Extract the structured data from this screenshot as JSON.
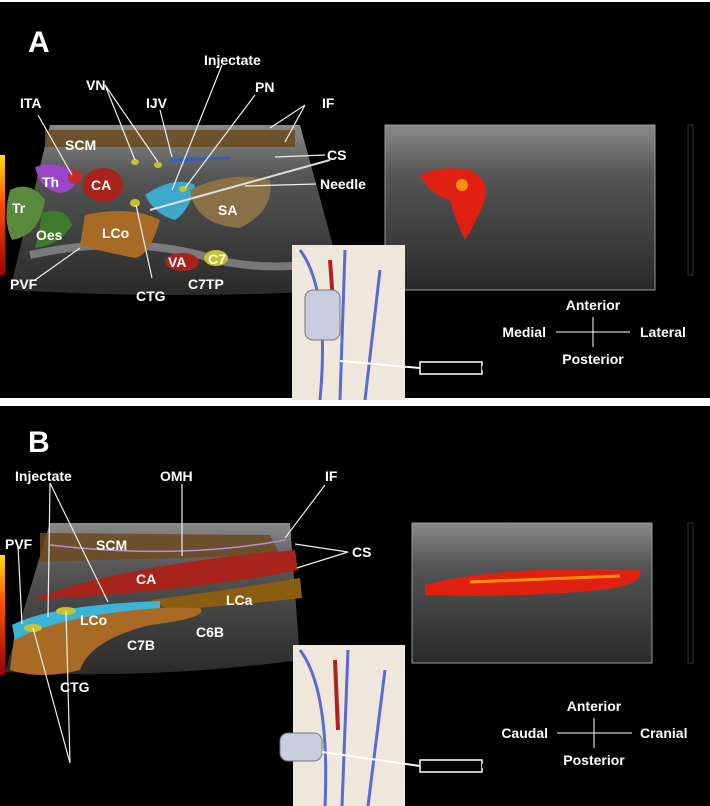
{
  "panel_a": {
    "letter": "A",
    "labels": {
      "injectate": "Injectate",
      "vn": "VN",
      "ijv": "IJV",
      "pn": "PN",
      "ita": "ITA",
      "if": "IF",
      "scm": "SCM",
      "cs": "CS",
      "th": "Th",
      "ca": "CA",
      "needle": "Needle",
      "tr": "Tr",
      "sa": "SA",
      "oes": "Oes",
      "lco": "LCo",
      "va": "VA",
      "c7": "C7",
      "pvf": "PVF",
      "c7tp": "C7TP",
      "ctg": "CTG"
    },
    "orientation": {
      "top": "Anterior",
      "bottom": "Posterior",
      "left": "Medial",
      "right": "Lateral"
    }
  },
  "panel_b": {
    "letter": "B",
    "labels": {
      "injectate": "Injectate",
      "omh": "OMH",
      "if": "IF",
      "pvf": "PVF",
      "scm": "SCM",
      "cs": "CS",
      "ca": "CA",
      "lca": "LCa",
      "lco": "LCo",
      "c7b": "C7B",
      "c6b": "C6B",
      "ctg": "CTG"
    },
    "orientation": {
      "top": "Anterior",
      "bottom": "Posterior",
      "left": "Caudal",
      "right": "Cranial"
    }
  },
  "colors": {
    "scm": "#6b4a1f",
    "ca": "#a8231c",
    "injectate": "#3cb4d8",
    "lco": "#a86a25",
    "sa": "#8a7046",
    "th": "#9b45c8",
    "tr": "#5a8a3c",
    "ganglion": "#c8c030",
    "doppler": "#e02010"
  }
}
